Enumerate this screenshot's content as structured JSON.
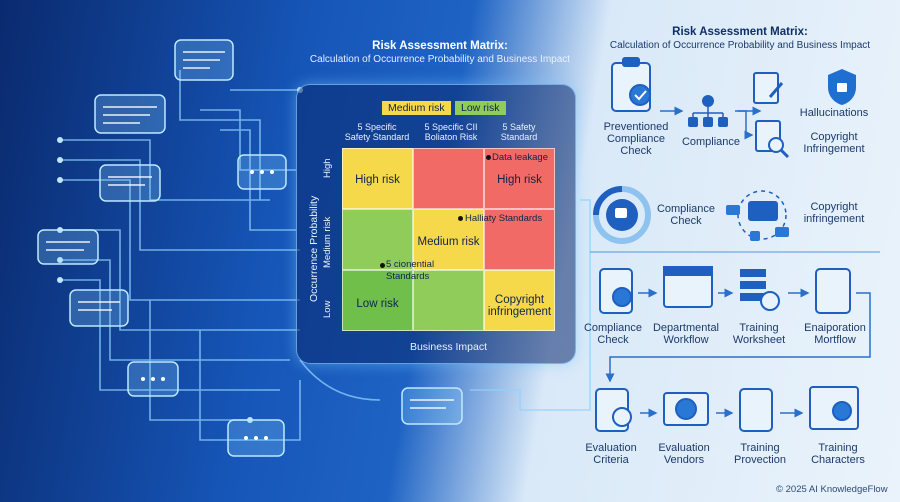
{
  "left_title": {
    "line1": "Risk Assessment Matrix:",
    "line2": "Calculation of Occurrence Probability and Business Impact"
  },
  "right_title": {
    "line1": "Risk Assessment Matrix:",
    "line2": "Calculation of Occurrence Probability and Business Impact"
  },
  "legend": {
    "medium": "Medium risk",
    "low": "Low risk"
  },
  "matrix": {
    "col_headers": [
      "5 Specific\nSafety Standard",
      "5 Specific CII\nBoliaton Risk",
      "5 Safety\nStandard"
    ],
    "y_axis": "Occurrence Probability",
    "x_axis": "Business Impact",
    "row_labels": [
      "High",
      "Medium risk",
      "Low"
    ],
    "cells": [
      "High risk",
      "Medium risk",
      "Low risk",
      "Copyright\ninfringement",
      "High risk"
    ],
    "points": [
      "Data leakage",
      "Halliaty Standards",
      "5 cionential\nStandards"
    ]
  },
  "right": {
    "row1": [
      "Preventioned\nCompliance\nCheck",
      "Compliance",
      "Hallucinations",
      "Copyright\nInfringement"
    ],
    "row2": [
      "Compliance\nCheck",
      "Copyright\ninfringement"
    ],
    "row3": [
      "Compliance\nCheck",
      "Departmental\nWorkflow",
      "Training\nWorksheet",
      "Enaiporation\nMortflow"
    ],
    "row4": [
      "Evaluation\nCriteria",
      "Evaluation\nVendors",
      "Training\nProvection",
      "Training\nCharacters"
    ]
  },
  "footer": "© 2025 AI KnowledgeFlow",
  "colors": {
    "red": "#f26a66",
    "yellow": "#f5d94a",
    "green": "#8fcc5a",
    "accent": "#1e6fd0"
  }
}
